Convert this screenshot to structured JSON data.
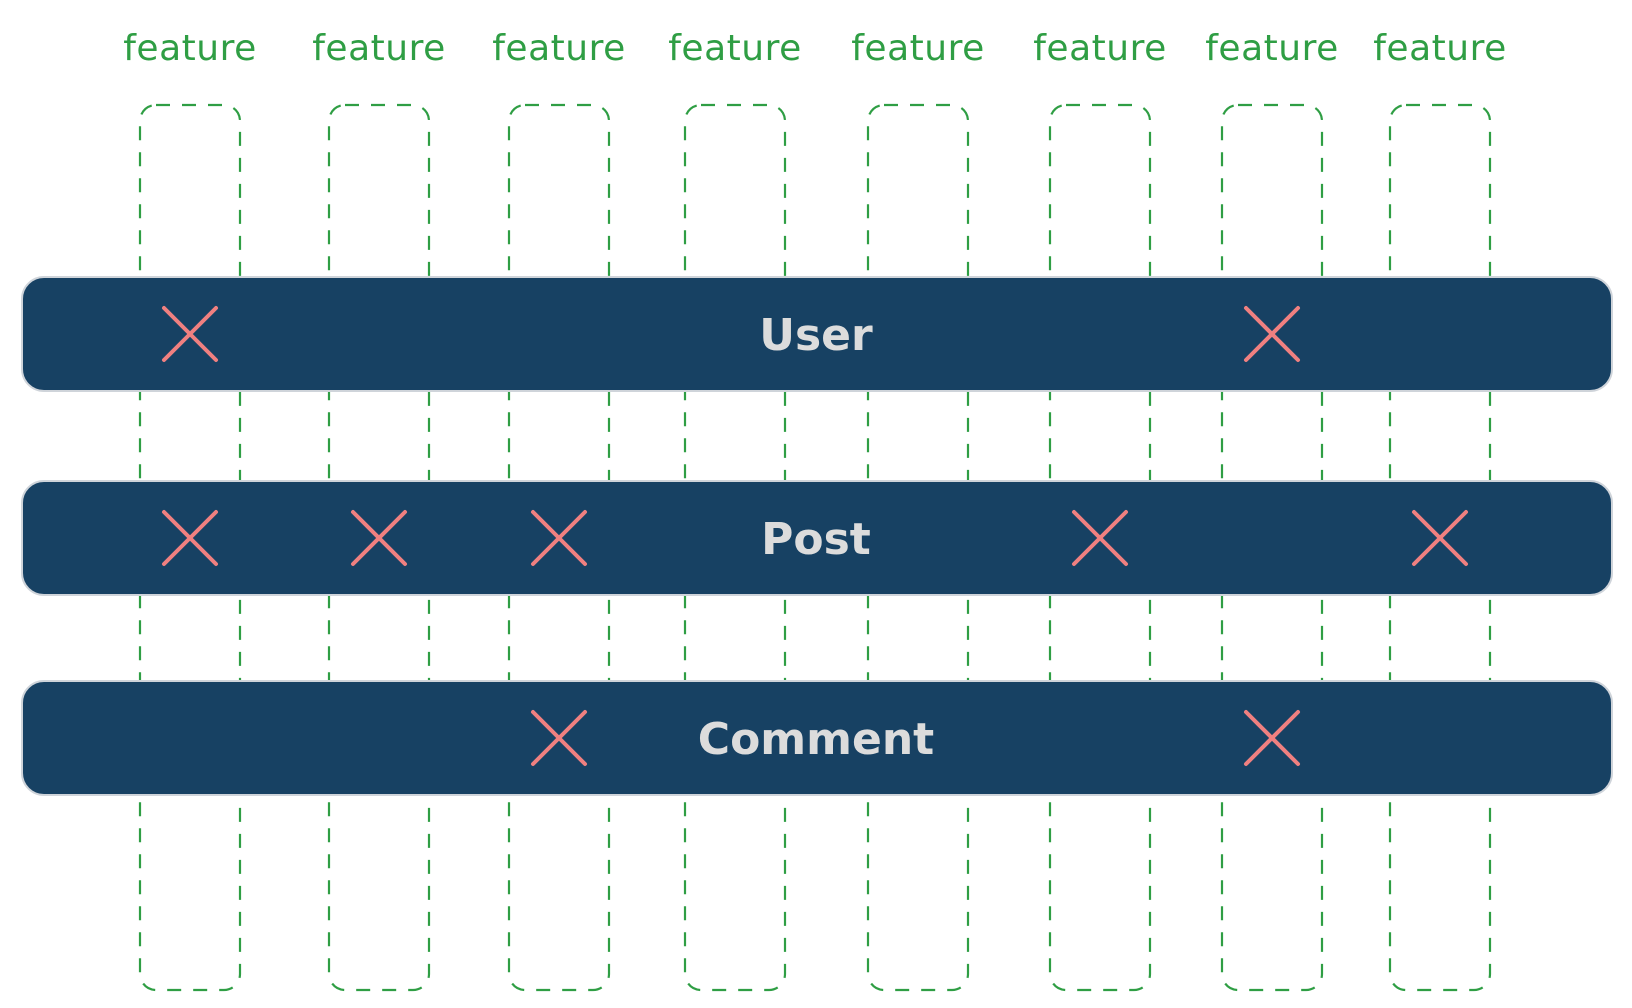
{
  "colors": {
    "feature": "#2f9e44",
    "bar": "#174163",
    "bar_text": "#dcdcdc",
    "mark": "#f08080"
  },
  "features": [
    "feature",
    "feature",
    "feature",
    "feature",
    "feature",
    "feature",
    "feature",
    "feature"
  ],
  "rows": [
    {
      "label": "User",
      "marks": [
        0,
        6
      ]
    },
    {
      "label": "Post",
      "marks": [
        0,
        1,
        2,
        5,
        7
      ]
    },
    {
      "label": "Comment",
      "marks": [
        2,
        6
      ]
    }
  ]
}
